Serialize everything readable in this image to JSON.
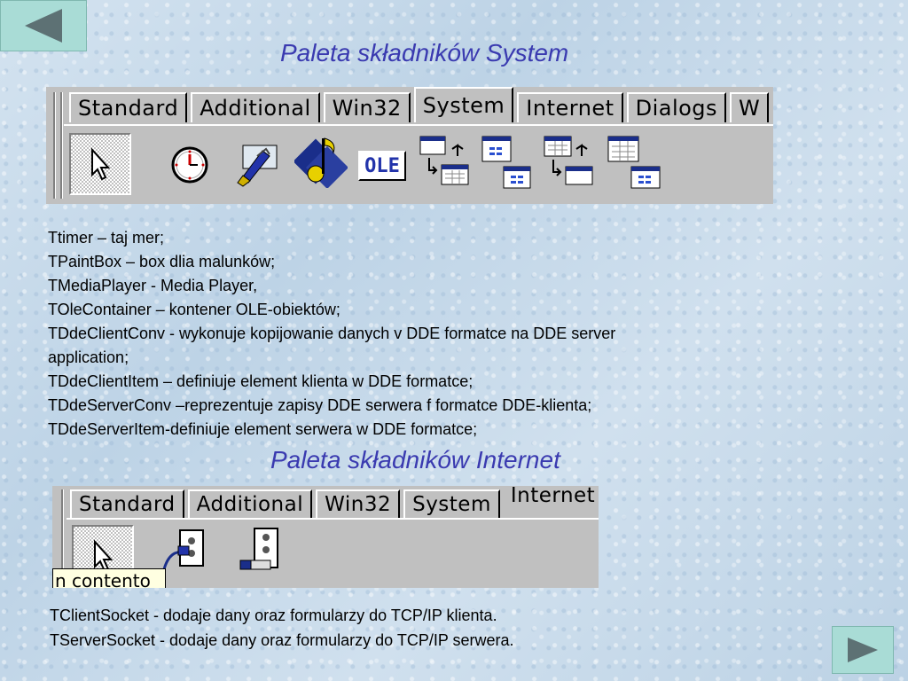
{
  "nav": {
    "back_icon": "triangle-left-icon",
    "forward_icon": "triangle-right-icon"
  },
  "heading_system": "Paleta składników System",
  "heading_internet": "Paleta składników Internet",
  "palette_system": {
    "tabs": [
      "Standard",
      "Additional",
      "Win32",
      "System",
      "Internet",
      "Dialogs",
      "W"
    ],
    "active_tab": "System",
    "components": [
      "pointer-icon",
      "timer-icon",
      "paintbox-icon",
      "mediaplayer-icon",
      "ole-container-icon",
      "dde-client-conv-icon",
      "dde-client-item-icon",
      "dde-server-conv-icon",
      "dde-server-item-icon"
    ],
    "ole_label": "OLE"
  },
  "system_descriptions": [
    "Ttimer – taj mer;",
    "TPaintBox – box dlia  malunków;",
    "TMediaPlayer -  Media Player,",
    "TOleContainer – kontener OLE-obiektów;",
    "TDdeClientConv -  wykonuje kopijowanie danych v DDE formatce na DDE server",
    "application;",
    "TDdeClientItem – definiuje element klienta  w DDE formatce;",
    "TDdeServerConv –reprezentuje zapisy DDE serwera f formatce DDE-klienta;",
    "TDdeServerItem-definiuje element serwera  w DDE formatce;"
  ],
  "palette_internet": {
    "tabs": [
      "Standard",
      "Additional",
      "Win32",
      "System",
      "Internet"
    ],
    "active_tab": "Internet",
    "components": [
      "pointer-icon",
      "client-socket-icon",
      "server-socket-icon"
    ],
    "tooltip": "n contento"
  },
  "internet_descriptions": [
    "TClientSocket -  dodaje dany oraz formularzy do TCP/IP klienta.",
    "TServerSocket - dodaje dany oraz formularzy do TCP/IP serwera."
  ]
}
